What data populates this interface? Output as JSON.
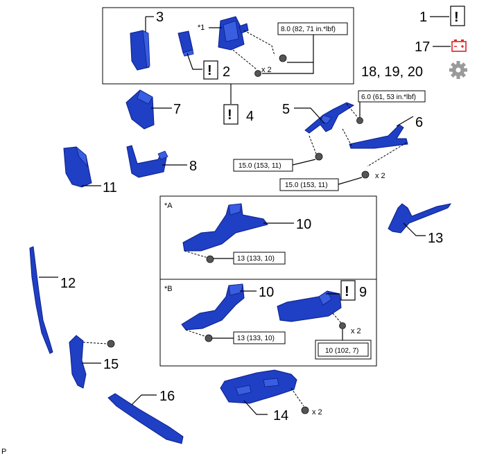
{
  "diagram": {
    "labels": {
      "n1": "1",
      "n2": "2",
      "n3": "3",
      "n4": "4",
      "n5": "5",
      "n6": "6",
      "n7": "7",
      "n8": "8",
      "n9": "9",
      "n10a": "10",
      "n10b": "10",
      "n11": "11",
      "n12": "12",
      "n13": "13",
      "n14": "14",
      "n15": "15",
      "n16": "16",
      "n17": "17",
      "n18": "18, 19, 20"
    },
    "callouts": {
      "star1": "*1",
      "starA": "*A",
      "starB": "*B"
    },
    "torques": {
      "t1": "8.0 (82, 71 in.*lbf)",
      "t2": "6.0 (61, 53 in.*lbf)",
      "t3": "15.0 (153, 11)",
      "t4": "15.0 (153, 11)",
      "t5": "13 (133, 10)",
      "t6": "13 (133, 10)",
      "t7": "10 (102, 7)"
    },
    "quantities": {
      "q1": "x 2",
      "q2": "x 2",
      "q3": "x 2",
      "q4": "x 2"
    },
    "warning_symbol": "!",
    "page_mark": "P",
    "icons": [
      "caution-icon",
      "battery-icon",
      "gear-icon"
    ],
    "colors": {
      "part": "#1f3fc4",
      "battery": "#e02020",
      "gear": "#9a9a9a"
    }
  }
}
